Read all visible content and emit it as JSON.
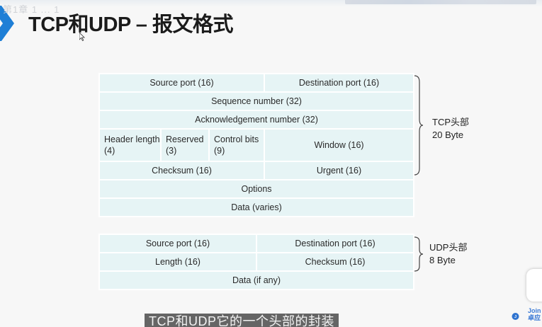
{
  "title": "TCP和UDP – 报文格式",
  "faded_label": "第1章 1 ... 1",
  "tcp": {
    "rows": {
      "source_port": "Source port (16)",
      "destination_port": "Destination port (16)",
      "sequence_number": "Sequence number (32)",
      "ack_number": "Acknowledgement number (32)",
      "header_length": "Header length (4)",
      "reserved": "Reserved (3)",
      "control_bits": "Control bits (9)",
      "window": "Window (16)",
      "checksum": "Checksum (16)",
      "urgent": "Urgent (16)",
      "options": "Options",
      "data": "Data (varies)"
    },
    "brace_label_line1": "TCP头部",
    "brace_label_line2": "20 Byte"
  },
  "udp": {
    "rows": {
      "source_port": "Source port (16)",
      "destination_port": "Destination port (16)",
      "length": "Length (16)",
      "checksum": "Checksum (16)",
      "data": "Data (if any)"
    },
    "brace_label_line1": "UDP头部",
    "brace_label_line2": "8 Byte"
  },
  "subtitle": "TCP和UDP它的一个头部的封装",
  "logo_text_line1": "Join",
  "logo_text_line2": "卓应",
  "colors": {
    "cell_bg": "#e6f4f5",
    "cell_border": "#ffffff",
    "chevron": "#1f7fd6"
  },
  "icons": [
    "chevron-icon",
    "cursor-icon",
    "chat-icon",
    "logo-icon"
  ]
}
